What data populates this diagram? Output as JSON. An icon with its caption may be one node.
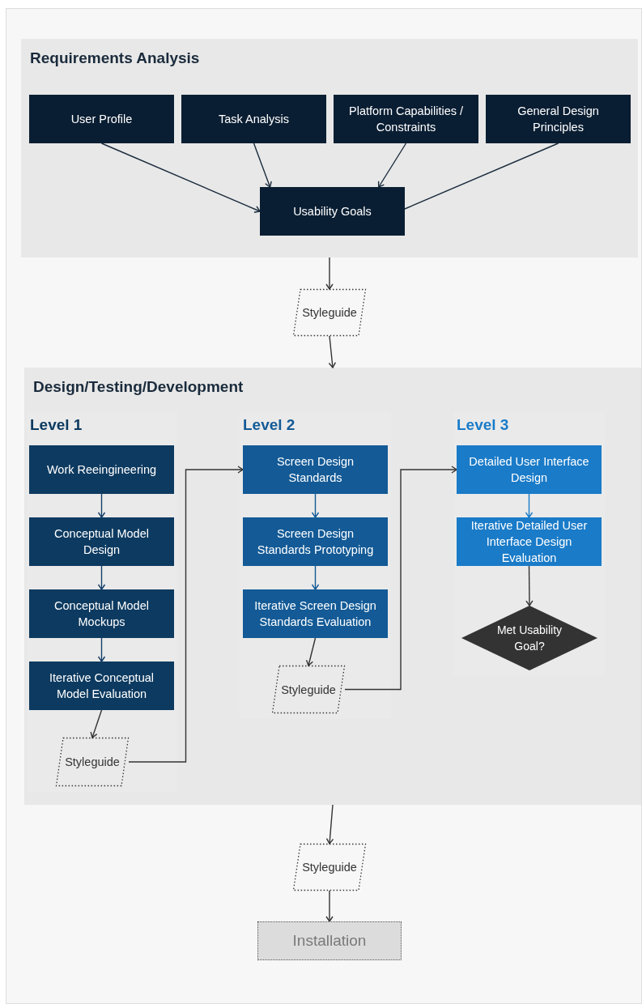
{
  "diagram": {
    "nodes": [
      {
        "text": [
          "Requirements Analysis"
        ]
      },
      {
        "text": [
          "User Profile"
        ],
        "in": 0
      },
      {
        "text": [
          "Task Analysis"
        ],
        "in": 0
      },
      {
        "text": [
          "Platform Capabilities / Constraints"
        ],
        "in": 0
      },
      {
        "text": [
          "General Design Principles"
        ],
        "in": 0
      },
      {
        "text": [
          "Usability Goals"
        ],
        "in": 0
      },
      {
        "text": [
          "Styleguide"
        ]
      },
      {
        "text": [
          "Design/Testing/Development"
        ]
      },
      {
        "text": [
          "Level 1"
        ],
        "in": 7
      },
      {
        "text": [
          "Work Reeingineering"
        ],
        "in": 8
      },
      {
        "text": [
          "Conceptual Model Design"
        ],
        "in": 8
      },
      {
        "text": [
          "Conceptual Model Mockups"
        ],
        "in": 8
      },
      {
        "text": [
          "Iterative Conceptual Model Evaluation"
        ],
        "in": 8
      },
      {
        "text": [
          "Styleguide"
        ],
        "in": 8
      },
      {
        "text": [
          "Level 2"
        ],
        "in": 7
      },
      {
        "text": [
          "Screen Design Standards"
        ],
        "in": 14
      },
      {
        "text": [
          "Screen Design Standards Prototyping"
        ],
        "in": 14
      },
      {
        "text": [
          "Iterative Screen Design Standards Evaluation"
        ],
        "in": 14
      },
      {
        "text": [
          "Styleguide"
        ],
        "in": 14
      },
      {
        "text": [
          "Level 3"
        ],
        "in": 7
      },
      {
        "text": [
          "Detailed User Interface Design"
        ],
        "in": 19
      },
      {
        "text": [
          "Iterative Detailed User Interface Design Evaluation"
        ],
        "in": 19
      },
      {
        "text": [
          "Met Usability Goal?"
        ],
        "in": 19
      },
      {
        "text": [
          "Styleguide"
        ]
      },
      {
        "text": [
          "Installation"
        ]
      }
    ],
    "edges": [
      {
        "from": 1,
        "to": 5,
        "arrow": "to",
        "color": "#1a2b3c"
      },
      {
        "from": 2,
        "to": 5,
        "arrow": "to",
        "color": "#1a2b3c"
      },
      {
        "from": 3,
        "to": 5,
        "arrow": "to",
        "color": "#1a2b3c"
      },
      {
        "from": 4,
        "to": 5,
        "arrow": "none",
        "color": "#1a2b3c"
      },
      {
        "from": 0,
        "to": 6,
        "arrow": "to"
      },
      {
        "from": 6,
        "to": 7,
        "arrow": "to"
      },
      {
        "from": 9,
        "to": 10,
        "arrow": "to",
        "color": "#143d66"
      },
      {
        "from": 10,
        "to": 11,
        "arrow": "to",
        "color": "#143d66"
      },
      {
        "from": 11,
        "to": 12,
        "arrow": "to",
        "color": "#143d66"
      },
      {
        "from": 12,
        "to": 13,
        "arrow": "to"
      },
      {
        "from": 13,
        "to": 15,
        "arrow": "to"
      },
      {
        "from": 15,
        "to": 16,
        "arrow": "to",
        "color": "#135a96"
      },
      {
        "from": 16,
        "to": 17,
        "arrow": "to",
        "color": "#135a96"
      },
      {
        "from": 17,
        "to": 18,
        "arrow": "to"
      },
      {
        "from": 18,
        "to": 20,
        "arrow": "to"
      },
      {
        "from": 20,
        "to": 21,
        "arrow": "to",
        "color": "#1a7bc8"
      },
      {
        "from": 21,
        "to": 22,
        "arrow": "to"
      },
      {
        "from": 7,
        "to": 23,
        "arrow": "to"
      },
      {
        "from": 23,
        "to": 24,
        "arrow": "to"
      }
    ]
  }
}
